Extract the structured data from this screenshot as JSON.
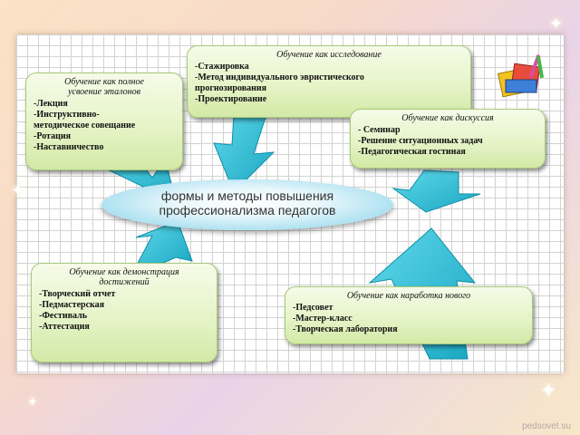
{
  "center": {
    "line1": "формы и методы повышения",
    "line2": "профессионализма педагогов"
  },
  "boxes": {
    "research": {
      "title": "Обучение как исследование",
      "items": [
        "-Стажировка",
        "-Метод индивидуального эвристического",
        "прогнозирования",
        "-Проектирование"
      ]
    },
    "full_mastery": {
      "title_line1": "Обучение как полное",
      "title_line2": "усвоение эталонов",
      "items": [
        "-Лекция",
        "-Инструктивно-",
        "методическое совещание",
        "-Ротация",
        "-Наставничество"
      ]
    },
    "discussion": {
      "title": "Обучение как дискуссия",
      "items": [
        "- Семинар",
        "-Решение ситуационных задач",
        "-Педагогическая гостиная"
      ]
    },
    "achievements": {
      "title_line1": "Обучение как демонстрация",
      "title_line2": "достижений",
      "items": [
        "-Творческий отчет",
        "-Педмастерская",
        "-Фестиваль",
        "-Аттестация"
      ]
    },
    "new_development": {
      "title": "Обучение как наработка нового",
      "items": [
        "-Педсовет",
        "-Мастер-класс",
        "-Творческая лаборатория"
      ]
    }
  },
  "watermark": "pedsovet.su",
  "colors": {
    "arrow": "#29c1d9",
    "arrow_dark": "#0f8fa6",
    "box_fill": "#e6f4c8",
    "box_border": "#a9c97b"
  },
  "icons": [
    "books-icon",
    "sparkle-icon"
  ]
}
